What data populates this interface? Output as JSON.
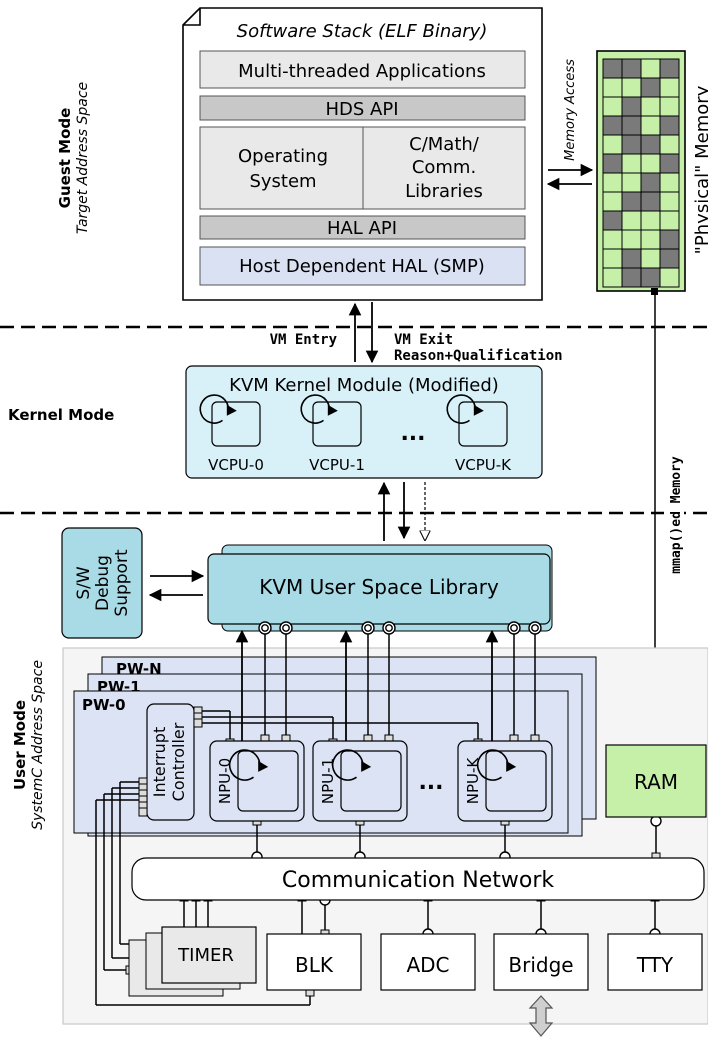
{
  "modes": {
    "guest": {
      "name": "Guest Mode",
      "sub": "Target Address Space"
    },
    "kernel": {
      "name": "Kernel Mode"
    },
    "user": {
      "name": "User Mode",
      "sub": "SystemC Address Space"
    }
  },
  "stack": {
    "title": "Software Stack (ELF Binary)",
    "apps": "Multi-threaded Applications",
    "hds_api": "HDS API",
    "os_line1": "Operating",
    "os_line2": "System",
    "libs_line1": "C/Math/",
    "libs_line2": "Comm.",
    "libs_line3": "Libraries",
    "hal_api": "HAL API",
    "hal": "Host Dependent HAL (SMP)"
  },
  "memory": {
    "access_label": "Memory Access",
    "physical_label": "\"Physical\" Memory",
    "mmap_label": "mmap()ed Memory"
  },
  "transitions": {
    "vm_entry": "VM Entry",
    "vm_exit_line1": "VM Exit",
    "vm_exit_line2": "Reason+Qualification"
  },
  "kvm": {
    "title": "KVM Kernel Module (Modified)",
    "vcpus": [
      "VCPU-0",
      "VCPU-1",
      "VCPU-K"
    ],
    "ellipsis": "..."
  },
  "library": {
    "title": "KVM User Space Library",
    "debug_line1": "S/W",
    "debug_line2": "Debug",
    "debug_line3": "Support"
  },
  "pw": {
    "labels": [
      "PW-N",
      "PW-1",
      "PW-0"
    ],
    "irq_line1": "Interrupt",
    "irq_line2": "Controller",
    "npus": [
      "NPU-0",
      "NPU-1",
      "NPU-K"
    ],
    "ellipsis": "..."
  },
  "ram": "RAM",
  "network": "Communication Network",
  "peripherals": [
    "TIMER",
    "BLK",
    "ADC",
    "Bridge",
    "TTY"
  ],
  "colors": {
    "gray_box": "#e9e9e9",
    "dark_gray_box": "#c8c8c8",
    "hal_blue": "#d9e1f2",
    "kvm_cyan": "#d8f1f8",
    "library_teal": "#a9dbe6",
    "pw_blue": "#dbe3f4",
    "ram_green": "#c6f0a8",
    "memory_dark": "#7a7a7a"
  }
}
